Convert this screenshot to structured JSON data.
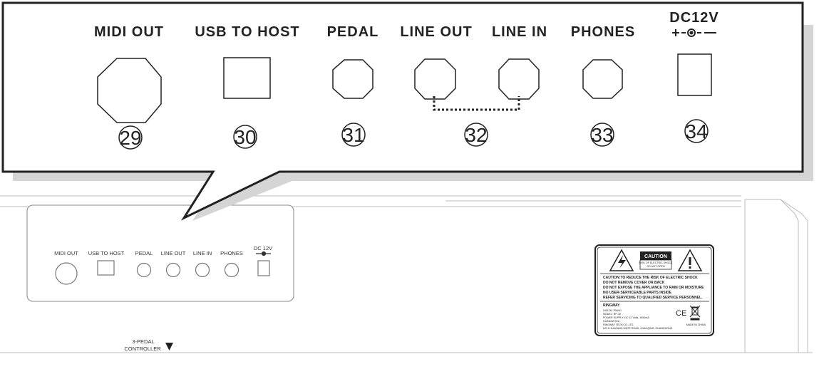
{
  "callout": {
    "ports": [
      {
        "label": "MIDI OUT",
        "number": "29"
      },
      {
        "label": "USB TO HOST",
        "number": "30"
      },
      {
        "label": "PEDAL",
        "number": "31"
      },
      {
        "label": "LINE OUT",
        "number": "32"
      },
      {
        "label": "LINE IN",
        "number": "32"
      },
      {
        "label": "PHONES",
        "number": "33"
      },
      {
        "label": "DC12V",
        "number": "34"
      }
    ],
    "dc_polarity": "+-◐--"
  },
  "panel": {
    "labels": [
      "MIDI OUT",
      "USB TO HOST",
      "PEDAL",
      "LINE OUT",
      "LINE IN",
      "PHONES",
      "DC 12V"
    ],
    "pedal_controller": [
      "3-PEDAL",
      "CONTROLLER"
    ]
  },
  "caution_label": {
    "title": "CAUTION",
    "subtitle_1": "RISK OF ELECTRIC SHOCK",
    "subtitle_2": "DO NOT OPEN",
    "lines": [
      "CAUTION:TO REDUCE THE RISK OF ELECTRIC SHOCK",
      "DO NOT REMOVE COVER OR BACK",
      "DO NOT EXPOSE THE APPLIANCE TO RAIN OR MOISTURE",
      "NO USER-SERVICEABLE PARTS INSIDE",
      "REFER SERVICING TO QUALIFIED SERVICE PERSONNEL."
    ],
    "brand": "RINGWAY",
    "info": [
      "DIGITAL PIANO",
      "MODEL: RP-30",
      "POWER SUPPLY: DC 12 Volts, 1500mA",
      "GUANGZHOU",
      "RINGWAY TECH CO.,LTD.",
      "NO.1 HUAGANG WEST ROAD, ZHAOQING, GUANGDONG"
    ],
    "made_in": "MADE IN CHINA",
    "ce": "CE"
  }
}
